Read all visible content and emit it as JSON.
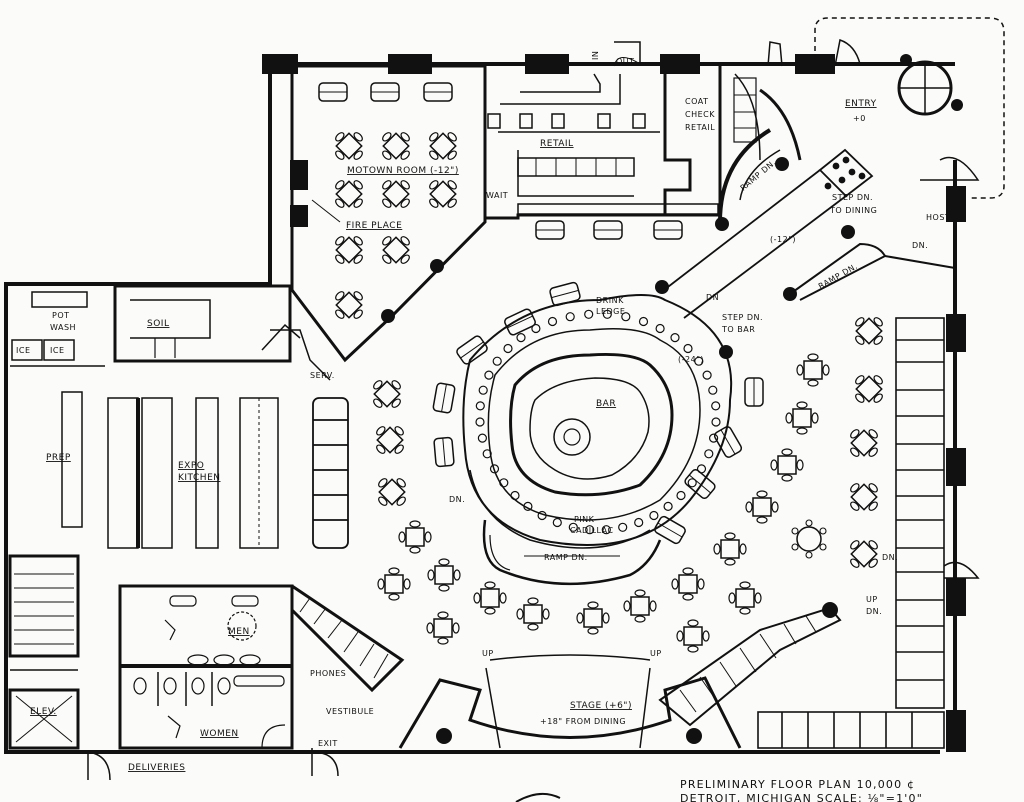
{
  "labels": {
    "motown_room": "MOTOWN ROOM (-12\")",
    "fire_place": "FIRE PLACE",
    "retail": "RETAIL",
    "coat_check": "COAT",
    "coat_check2": "CHECK",
    "coat_check3": "RETAIL",
    "entry": "ENTRY",
    "entry_level": "+0",
    "ramp_dn_top": "RAMP DN.",
    "step_dn_dining": "STEP DN.",
    "step_dn_dining2": "TO DINING",
    "host": "HOST",
    "minus12": "(-12\")",
    "ramp_dn_right": "RAMP DN.",
    "dn_right": "DN.",
    "pot_wash": "POT",
    "pot_wash2": "WASH",
    "ice1": "ICE",
    "ice2": "ICE",
    "soiled": "SOIL",
    "serv": "SERV.",
    "wait": "WAIT",
    "drink_ledge": "DRINK",
    "drink_ledge2": "LEDGE",
    "dn_bar": "DN",
    "step_dn_bar": "STEP DN.",
    "step_dn_bar2": "TO BAR",
    "minus24": "(-24\")",
    "bar": "BAR",
    "dn_left": "DN.",
    "pink_cadillac": "PINK",
    "pink_cadillac2": "CADILLAC",
    "ramp_dn_bottom": "RAMP DN.",
    "prep": "PREP",
    "expo_kitchen": "EXPO",
    "expo_kitchen2": "KITCHEN",
    "men": "MEN",
    "women": "WOMEN",
    "phones": "PHONES",
    "vestibule": "VESTIBULE",
    "exit": "EXIT",
    "elev": "ELEV.",
    "deliveries": "DELIVERIES",
    "up_left": "UP",
    "up_right": "UP",
    "stage": "STAGE (+6\")",
    "stage2": "+18\" FROM DINING",
    "up_far_right": "UP",
    "dn_far_right": "DN.",
    "dn_wall": "DN.",
    "out": "OUT",
    "in": "IN"
  },
  "title_block": {
    "line1": "PRELIMINARY FLOOR PLAN  10,000 ¢",
    "line2": "DETROIT, MICHIGAN   SCALE: ⅛\"=1'0\""
  }
}
